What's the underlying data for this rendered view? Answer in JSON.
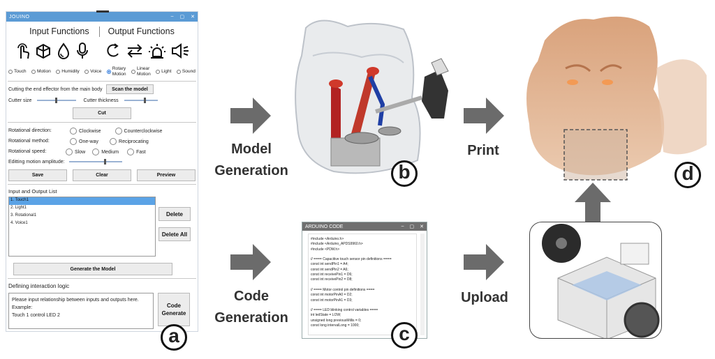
{
  "app": {
    "window_title": "JOUINO",
    "input_functions_title": "Input Functions",
    "output_functions_title": "Output Functions",
    "input_options": [
      "Touch",
      "Motion",
      "Humidity",
      "Voice"
    ],
    "output_options": [
      {
        "label": "Rotary\nMotion",
        "selected": true
      },
      {
        "label": "Linear\nMotion",
        "selected": false
      },
      {
        "label": "Light",
        "selected": false
      },
      {
        "label": "Sound",
        "selected": false
      }
    ],
    "cut_desc": "Cutting the end effector from the main body",
    "scan_button": "Scan the model",
    "cutter_size_label": "Cutter size",
    "cutter_thickness_label": "Cutter thickness",
    "cut_button": "Cut",
    "rot_direction_label": "Rotational direction:",
    "rot_direction_options": [
      "Clockwise",
      "Counterclockwise"
    ],
    "rot_method_label": "Rotational method:",
    "rot_method_options": [
      "One-way",
      "Reciprocating"
    ],
    "rot_speed_label": "Rotational speed:",
    "rot_speed_options": [
      "Slow",
      "Medium",
      "Fast"
    ],
    "amplitude_label": "Editting motion amplitude:",
    "save_button": "Save",
    "clear_button": "Clear",
    "preview_button": "Preview",
    "io_list_title": "Input and Output List",
    "io_list": [
      "1. Touch1",
      "2. Light1",
      "3. Rotational1",
      "4. Voice1"
    ],
    "delete_button": "Delete",
    "delete_all_button": "Delete All",
    "generate_model_button": "Generate the Model",
    "logic_title": "Defining interaction logic",
    "logic_text": [
      "Please input relationship between inputs and outputs here.",
      "",
      "Example:",
      "",
      "Touch 1 control LED 2"
    ],
    "code_generate_button": "Code\nGenerate"
  },
  "stages": {
    "model_generation": "Model\nGeneration",
    "print": "Print",
    "code_generation": "Code\nGeneration",
    "upload": "Upload"
  },
  "badges": {
    "a": "a",
    "b": "b",
    "c": "c",
    "d": "d"
  },
  "code_window": {
    "title": "ARDUINO CODE",
    "code": "#include <Arduino.h>\n#include <Arduino_APDS9960.h>\n#include <PDM.h>\n\n// ==== Capacitive touch sensor pin definitions ====\nconst int sendPin1 = A4;\nconst int sendPin2 = A6;\nconst int receivePin1 = D6;\nconst int receivePin2 = D8;\n\n// ==== Motor control pin definitions ====\nconst int motorPinA0 = D2;\nconst int motorPinA1 = D3;\n\n// ==== LED blinking control variables ====\nint ledState = LOW;\nunsigned long previousMillis = 0;\nconst long intervalLong = 1000;"
  },
  "colors": {
    "accent": "#5b9bd5",
    "arrow": "#6b6b6b",
    "selection": "#5ba3e6"
  }
}
